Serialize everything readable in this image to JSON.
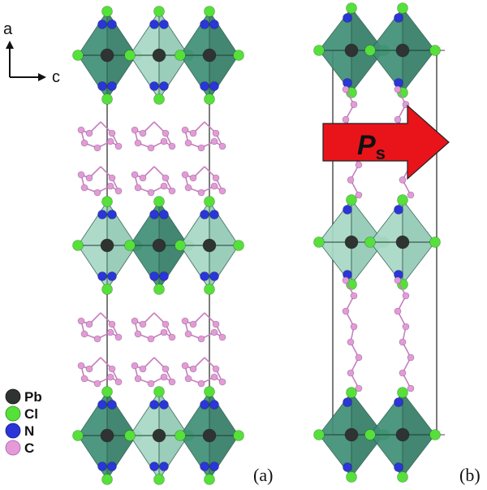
{
  "axes": {
    "vertical": "a",
    "horizontal": "c"
  },
  "panels": [
    {
      "label": "(a)"
    },
    {
      "label": "(b)"
    }
  ],
  "polarization": {
    "symbol": "P",
    "subscript": "s",
    "arrow_color": "#e8141a"
  },
  "legend": [
    {
      "symbol": "Pb",
      "color": "#2f3331"
    },
    {
      "symbol": "Cl",
      "color": "#55e03a"
    },
    {
      "symbol": "N",
      "color": "#2b36d8"
    },
    {
      "symbol": "C",
      "color": "#e49ad9"
    }
  ],
  "colors": {
    "octahedron_dark": "#3f8f76",
    "octahedron_light": "#a8d7c6",
    "bond": "#c77fbf",
    "cell_edge": "#444444"
  }
}
